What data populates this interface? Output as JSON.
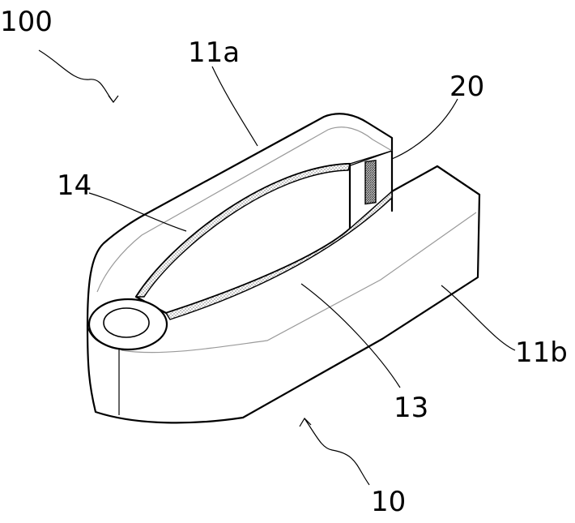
{
  "figure": {
    "labels": {
      "assembly": "100",
      "upper_arm": "11a",
      "sensor": "20",
      "pad_upper": "14",
      "lower_arm": "11b",
      "pad_lower": "13",
      "body": "10"
    }
  }
}
